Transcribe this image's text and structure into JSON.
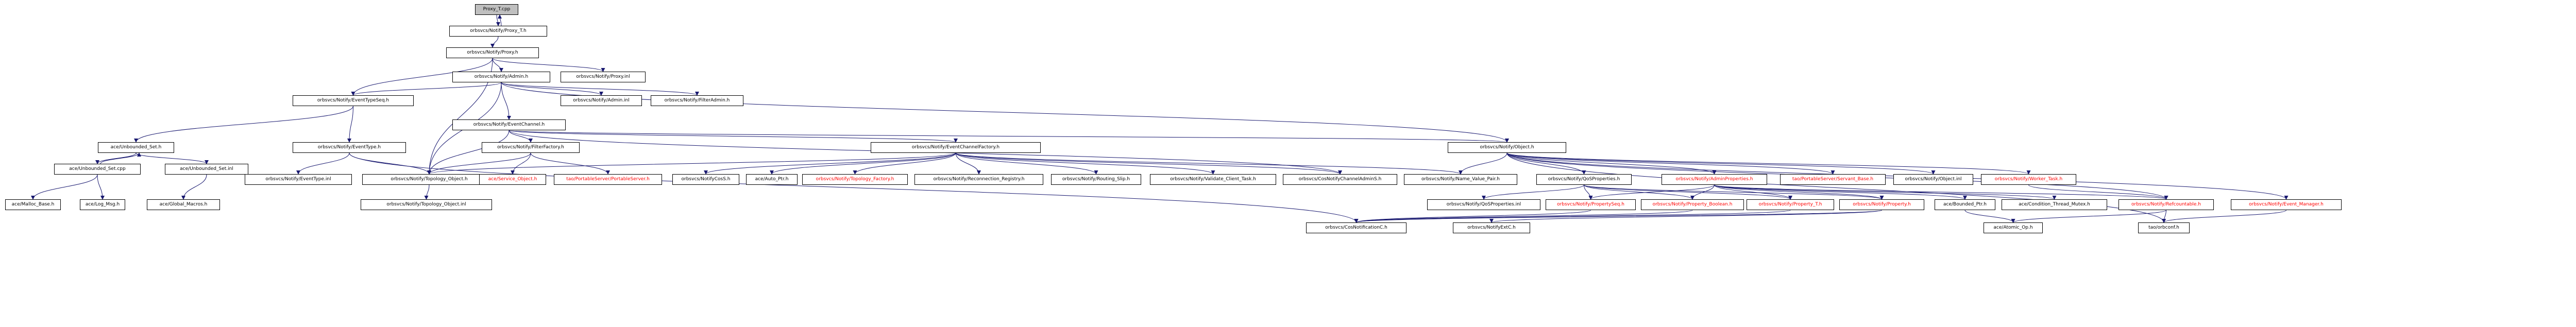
{
  "diagram": {
    "nodes": [
      {
        "id": "n_root",
        "label": "Proxy_T.cpp",
        "root": true
      },
      {
        "id": "n_proxyth",
        "label": "orbsvcs/Notify/Proxy_T.h"
      },
      {
        "id": "n_proxyh",
        "label": "orbsvcs/Notify/Proxy.h"
      },
      {
        "id": "n_proxyinl",
        "label": "orbsvcs/Notify/Proxy.inl"
      },
      {
        "id": "n_admin",
        "label": "orbsvcs/Notify/Admin.h"
      },
      {
        "id": "n_evtseq",
        "label": "orbsvcs/Notify/EventTypeSeq.h"
      },
      {
        "id": "n_admininl",
        "label": "orbsvcs/Notify/Admin.inl"
      },
      {
        "id": "n_filteradmin",
        "label": "orbsvcs/Notify/FilterAdmin.h"
      },
      {
        "id": "n_evtchannel",
        "label": "orbsvcs/Notify/EventChannel.h"
      },
      {
        "id": "n_unbsetprev",
        "label": "ace/Unbounded_Set.h"
      },
      {
        "id": "n_evttype",
        "label": "orbsvcs/Notify/EventType.h"
      },
      {
        "id": "n_filterfac",
        "label": "orbsvcs/Notify/FilterFactory.h"
      },
      {
        "id": "n_ecfactory",
        "label": "orbsvcs/Notify/EventChannelFactory.h"
      },
      {
        "id": "n_object",
        "label": "orbsvcs/Notify/Object.h"
      },
      {
        "id": "n_unbsetcpp",
        "label": "ace/Unbounded_Set.cpp"
      },
      {
        "id": "n_unbsetinl",
        "label": "ace/Unbounded_Set.inl"
      },
      {
        "id": "n_evttypeinl",
        "label": "orbsvcs/Notify/EventType.inl"
      },
      {
        "id": "n_topoobj",
        "label": "orbsvcs/Notify/Topology_Object.h"
      },
      {
        "id": "n_serviceobj",
        "label": "ace/Service_Object.h",
        "red": true
      },
      {
        "id": "n_tao_pss",
        "label": "tao/PortableServer/PortableServer.h",
        "red": true
      },
      {
        "id": "n_notifycos",
        "label": "orbsvcs/NotifyCosS.h"
      },
      {
        "id": "n_autoptr",
        "label": "ace/Auto_Ptr.h"
      },
      {
        "id": "n_topofac",
        "label": "orbsvcs/Notify/Topology_Factory.h",
        "red": true
      },
      {
        "id": "n_reconreg",
        "label": "orbsvcs/Notify/Reconnection_Registry.h"
      },
      {
        "id": "n_routingslip",
        "label": "orbsvcs/Notify/Routing_Slip.h"
      },
      {
        "id": "n_validate",
        "label": "orbsvcs/Notify/Validate_Client_Task.h"
      },
      {
        "id": "n_cosecadmin",
        "label": "orbsvcs/CosNotifyChannelAdminS.h"
      },
      {
        "id": "n_nvpair",
        "label": "orbsvcs/Notify/Name_Value_Pair.h"
      },
      {
        "id": "n_qosprops",
        "label": "orbsvcs/Notify/QoSProperties.h"
      },
      {
        "id": "n_adminprops",
        "label": "orbsvcs/Notify/AdminProperties.h",
        "red": true
      },
      {
        "id": "n_servantbase",
        "label": "tao/PortableServer/Servant_Base.h",
        "red": true
      },
      {
        "id": "n_objectinl",
        "label": "orbsvcs/Notify/Object.inl"
      },
      {
        "id": "n_workertask",
        "label": "orbsvcs/Notify/Worker_Task.h",
        "red": true
      },
      {
        "id": "n_topoobjinl",
        "label": "orbsvcs/Notify/Topology_Object.inl"
      },
      {
        "id": "n_mallocbase",
        "label": "ace/Malloc_Base.h"
      },
      {
        "id": "n_logmsg",
        "label": "ace/Log_Msg.h"
      },
      {
        "id": "n_globalmacros",
        "label": "ace/Global_Macros.h"
      },
      {
        "id": "n_qospropsinl",
        "label": "orbsvcs/Notify/QoSProperties.inl"
      },
      {
        "id": "n_propseq",
        "label": "orbsvcs/Notify/PropertySeq.h",
        "red": true
      },
      {
        "id": "n_propbool",
        "label": "orbsvcs/Notify/Property_Boolean.h",
        "red": true
      },
      {
        "id": "n_propt",
        "label": "orbsvcs/Notify/Property_T.h",
        "red": true
      },
      {
        "id": "n_property",
        "label": "orbsvcs/Notify/Property.h",
        "red": true
      },
      {
        "id": "n_boundedptr",
        "label": "ace/Bounded_Ptr.h"
      },
      {
        "id": "n_condmutex",
        "label": "ace/Condition_Thread_Mutex.h"
      },
      {
        "id": "n_refcount",
        "label": "orbsvcs/Notify/Refcountable.h",
        "red": true
      },
      {
        "id": "n_evtmgr",
        "label": "orbsvcs/Notify/Event_Manager.h",
        "red": true
      },
      {
        "id": "n_cosnotifyc",
        "label": "orbsvcs/CosNotificationC.h"
      },
      {
        "id": "n_notifyc",
        "label": "orbsvcs/NotifyExtC.h"
      },
      {
        "id": "n_atomicop",
        "label": "ace/Atomic_Op.h"
      },
      {
        "id": "n_orbconf",
        "label": "tao/orbconf.h"
      }
    ],
    "edges": [
      [
        "n_root",
        "n_proxyth"
      ],
      [
        "n_proxyth",
        "n_root"
      ],
      [
        "n_proxyth",
        "n_proxyh"
      ],
      [
        "n_proxyh",
        "n_admin"
      ],
      [
        "n_proxyh",
        "n_proxyinl"
      ],
      [
        "n_proxyh",
        "n_evtseq"
      ],
      [
        "n_proxyh",
        "n_topoobj"
      ],
      [
        "n_admin",
        "n_evtseq"
      ],
      [
        "n_admin",
        "n_admininl"
      ],
      [
        "n_admin",
        "n_filteradmin"
      ],
      [
        "n_admin",
        "n_evtchannel"
      ],
      [
        "n_admin",
        "n_topoobj"
      ],
      [
        "n_admin",
        "n_object"
      ],
      [
        "n_evtseq",
        "n_unbsetprev"
      ],
      [
        "n_evtseq",
        "n_evttype"
      ],
      [
        "n_unbsetprev",
        "n_unbsetcpp"
      ],
      [
        "n_unbsetcpp",
        "n_unbsetprev"
      ],
      [
        "n_unbsetprev",
        "n_unbsetinl"
      ],
      [
        "n_unbsetcpp",
        "n_mallocbase"
      ],
      [
        "n_unbsetcpp",
        "n_logmsg"
      ],
      [
        "n_unbsetinl",
        "n_globalmacros"
      ],
      [
        "n_evttype",
        "n_evttypeinl"
      ],
      [
        "n_evttype",
        "n_topoobj"
      ],
      [
        "n_evttype",
        "n_cosnotifyc"
      ],
      [
        "n_evtchannel",
        "n_filterfac"
      ],
      [
        "n_evtchannel",
        "n_ecfactory"
      ],
      [
        "n_evtchannel",
        "n_object"
      ],
      [
        "n_evtchannel",
        "n_topoobj"
      ],
      [
        "n_evtchannel",
        "n_cosecadmin"
      ],
      [
        "n_filterfac",
        "n_serviceobj"
      ],
      [
        "n_filterfac",
        "n_tao_pss"
      ],
      [
        "n_filterfac",
        "n_topoobj"
      ],
      [
        "n_ecfactory",
        "n_notifycos"
      ],
      [
        "n_ecfactory",
        "n_autoptr"
      ],
      [
        "n_ecfactory",
        "n_topofac"
      ],
      [
        "n_ecfactory",
        "n_reconreg"
      ],
      [
        "n_ecfactory",
        "n_routingslip"
      ],
      [
        "n_ecfactory",
        "n_validate"
      ],
      [
        "n_ecfactory",
        "n_cosecadmin"
      ],
      [
        "n_ecfactory",
        "n_nvpair"
      ],
      [
        "n_ecfactory",
        "n_topoobj"
      ],
      [
        "n_object",
        "n_qosprops"
      ],
      [
        "n_object",
        "n_adminprops"
      ],
      [
        "n_object",
        "n_servantbase"
      ],
      [
        "n_object",
        "n_objectinl"
      ],
      [
        "n_object",
        "n_workertask"
      ],
      [
        "n_object",
        "n_evtmgr"
      ],
      [
        "n_object",
        "n_refcount"
      ],
      [
        "n_object",
        "n_nvpair"
      ],
      [
        "n_topoobj",
        "n_topoobjinl"
      ],
      [
        "n_qosprops",
        "n_qospropsinl"
      ],
      [
        "n_qosprops",
        "n_propseq"
      ],
      [
        "n_qosprops",
        "n_propbool"
      ],
      [
        "n_qosprops",
        "n_propt"
      ],
      [
        "n_qosprops",
        "n_property"
      ],
      [
        "n_adminprops",
        "n_propseq"
      ],
      [
        "n_adminprops",
        "n_propbool"
      ],
      [
        "n_adminprops",
        "n_propt"
      ],
      [
        "n_adminprops",
        "n_property"
      ],
      [
        "n_adminprops",
        "n_boundedptr"
      ],
      [
        "n_adminprops",
        "n_condmutex"
      ],
      [
        "n_adminprops",
        "n_refcount"
      ],
      [
        "n_propseq",
        "n_cosnotifyc"
      ],
      [
        "n_propbool",
        "n_cosnotifyc"
      ],
      [
        "n_propt",
        "n_cosnotifyc"
      ],
      [
        "n_property",
        "n_cosnotifyc"
      ],
      [
        "n_property",
        "n_notifyc"
      ],
      [
        "n_workertask",
        "n_refcount"
      ],
      [
        "n_refcount",
        "n_atomicop"
      ],
      [
        "n_refcount",
        "n_orbconf"
      ],
      [
        "n_evtmgr",
        "n_orbconf"
      ],
      [
        "n_boundedptr",
        "n_atomicop"
      ],
      [
        "n_object",
        "n_orbconf"
      ]
    ]
  }
}
